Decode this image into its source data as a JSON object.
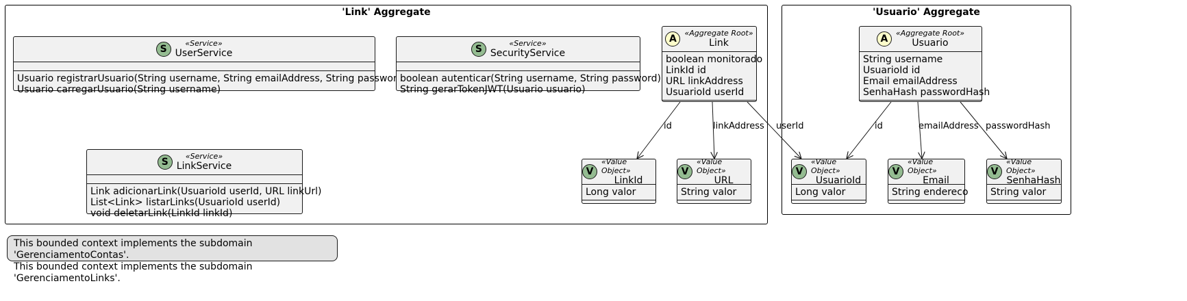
{
  "packages": {
    "link": {
      "title": "'Link' Aggregate"
    },
    "usuario": {
      "title": "'Usuario' Aggregate"
    }
  },
  "classes": {
    "user_service": {
      "badge": "S",
      "stereotype": "«Service»",
      "name": "UserService",
      "fields": [],
      "methods": [
        "Usuario registrarUsuario(String username, String emailAddress, String password)",
        "Usuario carregarUsuario(String username)"
      ]
    },
    "security_service": {
      "badge": "S",
      "stereotype": "«Service»",
      "name": "SecurityService",
      "fields": [],
      "methods": [
        "boolean autenticar(String username, String password)",
        "String gerarTokenJWT(Usuario usuario)"
      ]
    },
    "link_service": {
      "badge": "S",
      "stereotype": "«Service»",
      "name": "LinkService",
      "fields": [],
      "methods": [
        "Link adicionarLink(UsuarioId userId, URL linkUrl)",
        "List<Link> listarLinks(UsuarioId userId)",
        "void deletarLink(LinkId linkId)"
      ]
    },
    "link": {
      "badge": "A",
      "stereotype": "«Aggregate Root»",
      "name": "Link",
      "fields": [
        "boolean monitorado",
        "LinkId id",
        "URL linkAddress",
        "UsuarioId userId"
      ],
      "methods": []
    },
    "link_id": {
      "badge": "V",
      "stereotype": "«Value Object»",
      "name": "LinkId",
      "fields": [
        "Long valor"
      ],
      "methods": []
    },
    "url": {
      "badge": "V",
      "stereotype": "«Value Object»",
      "name": "URL",
      "fields": [
        "String valor"
      ],
      "methods": []
    },
    "usuario": {
      "badge": "A",
      "stereotype": "«Aggregate Root»",
      "name": "Usuario",
      "fields": [
        "String username",
        "UsuarioId id",
        "Email emailAddress",
        "SenhaHash passwordHash"
      ],
      "methods": []
    },
    "usuario_id": {
      "badge": "V",
      "stereotype": "«Value Object»",
      "name": "UsuarioId",
      "fields": [
        "Long valor"
      ],
      "methods": []
    },
    "email": {
      "badge": "V",
      "stereotype": "«Value Object»",
      "name": "Email",
      "fields": [
        "String endereco"
      ],
      "methods": []
    },
    "senha_hash": {
      "badge": "V",
      "stereotype": "«Value Object»",
      "name": "SenhaHash",
      "fields": [
        "String valor"
      ],
      "methods": []
    }
  },
  "edges": [
    {
      "from": "link",
      "to": "link_id",
      "label": "id"
    },
    {
      "from": "link",
      "to": "url",
      "label": "linkAddress"
    },
    {
      "from": "link",
      "to": "usuario_id",
      "label": "userId"
    },
    {
      "from": "usuario",
      "to": "usuario_id",
      "label": "id"
    },
    {
      "from": "usuario",
      "to": "email",
      "label": "emailAddress"
    },
    {
      "from": "usuario",
      "to": "senha_hash",
      "label": "passwordHash"
    }
  ],
  "note": {
    "lines": [
      "This bounded context implements the subdomain 'GerenciamentoContas'.",
      "This bounded context implements the subdomain 'GerenciamentoLinks'."
    ]
  },
  "colors": {
    "class_fill": "#f1f1f1",
    "badge_green": "#94bc91",
    "badge_yellow": "#fefecb",
    "note_fill": "#e2e2e2"
  }
}
